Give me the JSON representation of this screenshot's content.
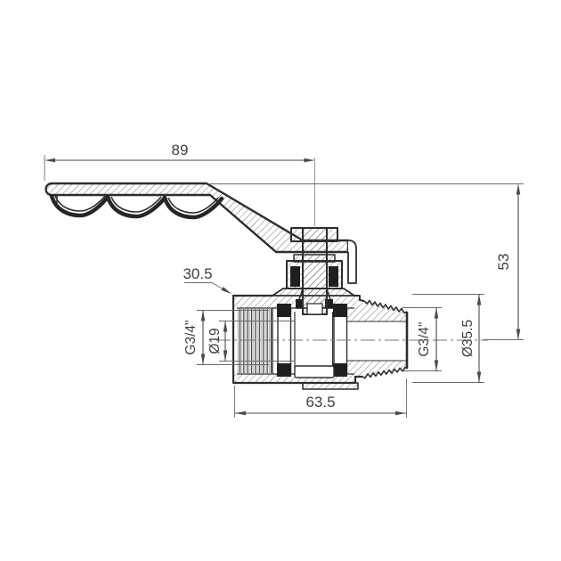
{
  "page": {
    "background_color": "#ffffff"
  },
  "drawing": {
    "subject": "Ball valve with lever handle - dimensioned cross-section, side view",
    "line_color": "#2d2d2d",
    "dimension_color": "#4a4a4a",
    "dimensions": {
      "handle_length": "89",
      "overall_height": "53",
      "body_flat": "30.5",
      "inlet_thread": "G3/4\"",
      "bore_diameter": "Ø19",
      "outlet_thread": "G3/4\"",
      "body_diameter": "Ø35.5",
      "body_length": "63.5"
    }
  }
}
